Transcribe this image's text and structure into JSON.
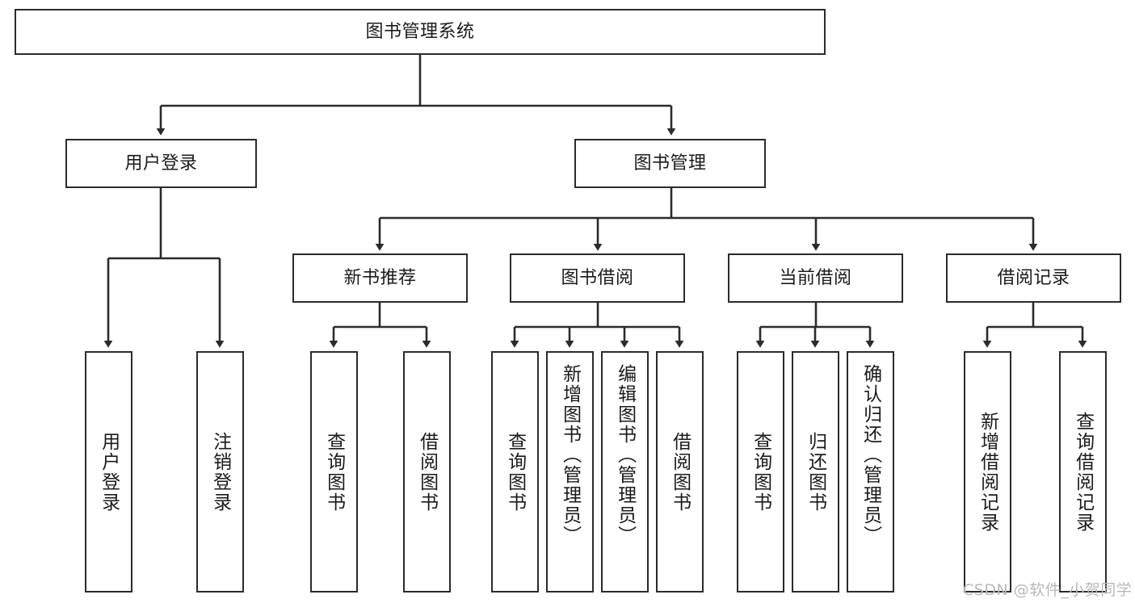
{
  "diagram": {
    "title": "图书管理系统",
    "type": "tree",
    "watermark": "CSDN @软件_小贺同学",
    "colors": {
      "box_border": "#2b2b2b",
      "box_fill": "#ffffff",
      "edge": "#2b2b2b",
      "text": "#1b1b1b",
      "watermark": "#b9b9b9",
      "background": "#ffffff"
    }
  },
  "nodes": {
    "root": {
      "label": "图书管理系统",
      "level": 0,
      "orientation": "horizontal"
    },
    "level1": [
      {
        "id": "user-login",
        "label": "用户登录",
        "orientation": "horizontal"
      },
      {
        "id": "book-management",
        "label": "图书管理",
        "orientation": "horizontal"
      }
    ],
    "level2": [
      {
        "id": "new-book-recommend",
        "label": "新书推荐",
        "orientation": "horizontal",
        "parent": "book-management"
      },
      {
        "id": "book-borrow",
        "label": "图书借阅",
        "orientation": "horizontal",
        "parent": "book-management"
      },
      {
        "id": "current-borrow",
        "label": "当前借阅",
        "orientation": "horizontal",
        "parent": "book-management"
      },
      {
        "id": "borrow-record",
        "label": "借阅记录",
        "orientation": "horizontal",
        "parent": "book-management"
      }
    ],
    "leaves": [
      {
        "id": "leaf-user-login",
        "label": "用户登录",
        "parent": "user-login",
        "orientation": "vertical",
        "short": true
      },
      {
        "id": "leaf-user-logout",
        "label": "注销登录",
        "parent": "user-login",
        "orientation": "vertical",
        "short": true
      },
      {
        "id": "leaf-query-book-1",
        "label": "查询图书",
        "parent": "new-book-recommend",
        "orientation": "vertical",
        "short": true
      },
      {
        "id": "leaf-borrow-book-1",
        "label": "借阅图书",
        "parent": "new-book-recommend",
        "orientation": "vertical",
        "short": true
      },
      {
        "id": "leaf-query-book-2",
        "label": "查询图书",
        "parent": "book-borrow",
        "orientation": "vertical",
        "short": true
      },
      {
        "id": "leaf-add-book",
        "label": "新增图书（管理员）",
        "parent": "book-borrow",
        "orientation": "vertical",
        "short": false
      },
      {
        "id": "leaf-edit-book",
        "label": "编辑图书（管理员）",
        "parent": "book-borrow",
        "orientation": "vertical",
        "short": false
      },
      {
        "id": "leaf-borrow-book-2",
        "label": "借阅图书",
        "parent": "book-borrow",
        "orientation": "vertical",
        "short": true
      },
      {
        "id": "leaf-query-book-3",
        "label": "查询图书",
        "parent": "current-borrow",
        "orientation": "vertical",
        "short": true
      },
      {
        "id": "leaf-return-book",
        "label": "归还图书",
        "parent": "current-borrow",
        "orientation": "vertical",
        "short": true
      },
      {
        "id": "leaf-confirm-return",
        "label": "确认归还（管理员）",
        "parent": "current-borrow",
        "orientation": "vertical",
        "short": false
      },
      {
        "id": "leaf-add-record",
        "label": "新增借阅记录",
        "parent": "borrow-record",
        "orientation": "vertical",
        "short": true
      },
      {
        "id": "leaf-query-record",
        "label": "查询借阅记录",
        "parent": "borrow-record",
        "orientation": "vertical",
        "short": true
      }
    ]
  }
}
